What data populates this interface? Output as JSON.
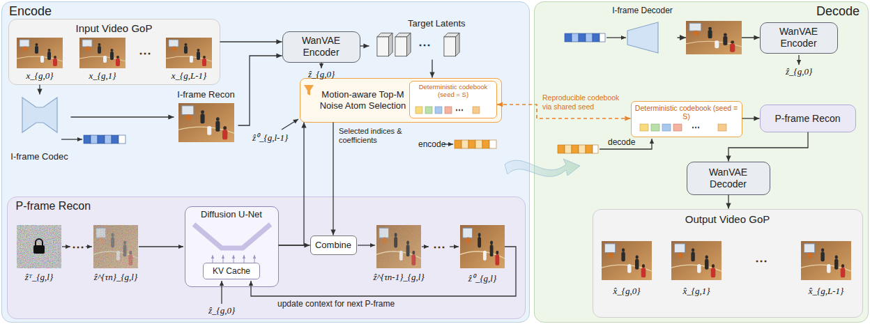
{
  "diagram": {
    "nodes": [
      {
        "text": [
          "Encode"
        ]
      },
      {
        "text": [
          "Input Video GoP"
        ],
        "in": 0
      },
      {
        "text": [
          "WanVAE Encoder"
        ],
        "in": 0
      },
      {
        "text": [
          "Target Latents"
        ],
        "in": 0
      },
      {
        "text": [
          "I-frame Codec"
        ],
        "in": 0
      },
      {
        "text": [
          "I-frame Recon"
        ],
        "in": 0
      },
      {
        "text": [
          "Motion-aware Top-M Noise Atom Selection"
        ],
        "in": 0
      },
      {
        "text": [
          "Deterministic codebook (seed = S)"
        ],
        "in": 6
      },
      {
        "text": [
          "P-frame Recon"
        ],
        "in": 0
      },
      {
        "text": [
          "Diffusion U-Net"
        ],
        "in": 8
      },
      {
        "text": [
          "KV Cache"
        ],
        "in": 9
      },
      {
        "text": [
          "Combine"
        ],
        "in": 8
      },
      {
        "text": [
          "Decode"
        ]
      },
      {
        "text": [
          "I-frame Decoder"
        ],
        "in": 12
      },
      {
        "text": [
          "WanVAE Encoder"
        ],
        "in": 12
      },
      {
        "text": [
          "Deterministic codebook (seed = S)"
        ],
        "in": 12
      },
      {
        "text": [
          "P-frame Recon"
        ],
        "in": 12
      },
      {
        "text": [
          "WanVAE Decoder"
        ],
        "in": 12
      },
      {
        "text": [
          "Output Video GoP"
        ],
        "in": 12
      }
    ],
    "edges": [
      {
        "from": 1,
        "to": 4,
        "arrow": "to"
      },
      {
        "from": 1,
        "to": 2,
        "arrow": "to"
      },
      {
        "from": 4,
        "to": 5,
        "arrow": "to"
      },
      {
        "from": 5,
        "to": 2,
        "arrow": "to"
      },
      {
        "from": 2,
        "to": 3,
        "arrow": "to"
      },
      {
        "from": 3,
        "to": 6,
        "arrow": "to"
      },
      {
        "from": 9,
        "to": 11,
        "arrow": "to"
      },
      {
        "from": 9,
        "to": 6,
        "arrow": "to"
      },
      {
        "from": 6,
        "to": 11,
        "label": "Selected indices & coefficients",
        "arrow": "to"
      },
      {
        "from": 7,
        "to": 15,
        "label": "Reproducible codebook via shared seed",
        "arrow": "both"
      },
      {
        "from": 13,
        "to": 14,
        "arrow": "to"
      },
      {
        "from": 15,
        "to": 16,
        "arrow": "to"
      },
      {
        "from": 16,
        "to": 17,
        "arrow": "to"
      },
      {
        "from": 17,
        "to": 18,
        "arrow": "to"
      }
    ],
    "labels": [
      "x_{g,0}",
      "x_{g,1}",
      "⋯",
      "x_{g,L-1}",
      "ẑ_{g,0}",
      "⋯",
      "ẑ⁰_{g,l-1}",
      "encode",
      "ẑᵀ_{g,l}",
      "⋯",
      "ẑ^{τn}_{g,l}",
      "ẑ^{τn-1}_{g,l}",
      "⋯",
      "ẑ⁰_{g,l}",
      "ẑ_{g,0}",
      "update context for next P-frame",
      "decode",
      "ẑ_{g,0}",
      "x̂_{g,0}",
      "x̂_{g,1}",
      "⋯",
      "x̂_{g,L-1}",
      "⋯",
      "⋯"
    ]
  }
}
